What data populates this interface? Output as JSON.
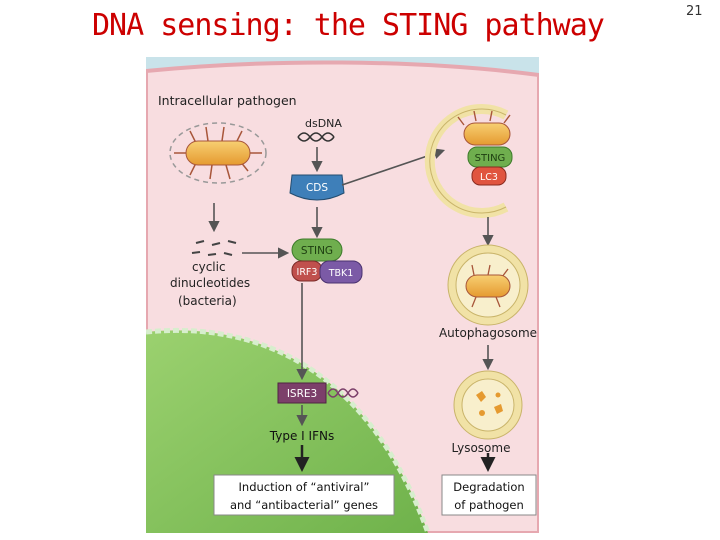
{
  "slide": {
    "title": "DNA sensing: the STING pathway",
    "page_number": "21"
  },
  "figure": {
    "intracellular_pathogen": "Intracellular pathogen",
    "dsdna": "dsDNA",
    "cds": "CDS",
    "cyclic_line1": "cyclic",
    "cyclic_line2": "dinucleotides",
    "cyclic_line3": "(bacteria)",
    "sting_center": "STING",
    "irf3": "IRF3",
    "tbk1": "TBK1",
    "isre3": "ISRE3",
    "type1_ifns": "Type I IFNs",
    "induction_line1": "Induction of “antiviral”",
    "induction_line2": "and “antibacterial” genes",
    "sting_right": "STING",
    "lc3": "LC3",
    "autophagosome": "Autophagosome",
    "lysosome": "Lysosome",
    "degradation_line1": "Degradation",
    "degradation_line2": "of pathogen"
  },
  "colors": {
    "title": "#cc0000",
    "cytoplasm": "#f8dde0",
    "nucleus": "#8cc866",
    "sting": "#6fae4e",
    "lc3": "#e0543f",
    "irf3": "#c0504d",
    "tbk1": "#7b5aa6",
    "isre3": "#7c3f6a",
    "cds": "#3e7fb9",
    "pathogen": "#f2b34c"
  }
}
